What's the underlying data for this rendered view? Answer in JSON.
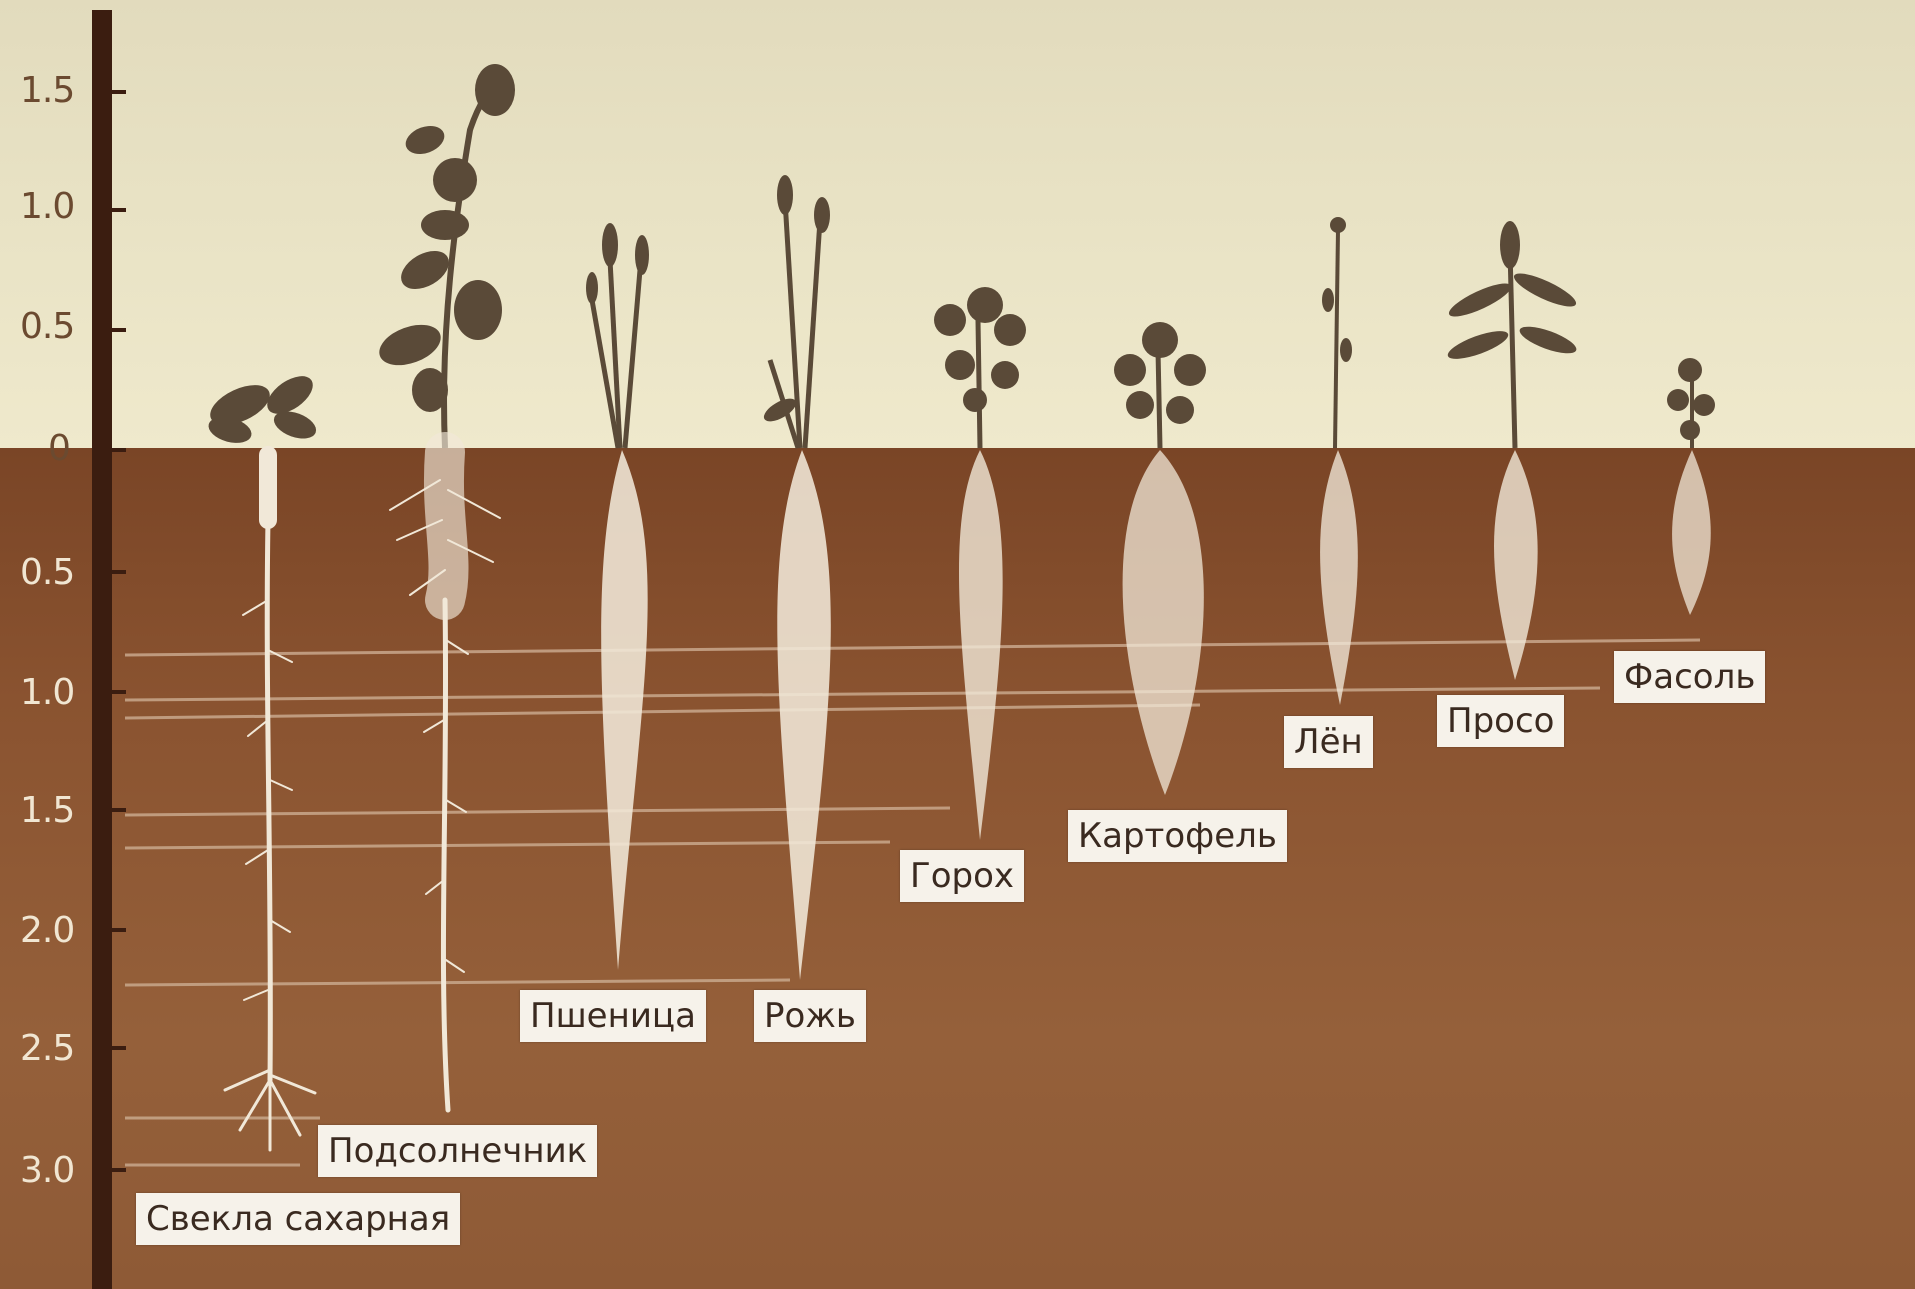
{
  "scale": {
    "above_ground": [
      "1.5",
      "1.0",
      "0.5",
      "0"
    ],
    "below_ground": [
      "0.5",
      "1.0",
      "1.5",
      "2.0",
      "2.5",
      "3.0"
    ]
  },
  "plants": [
    {
      "id": "beet",
      "label": "Свекла  сахарная"
    },
    {
      "id": "sunflower",
      "label": "Подсолнечник"
    },
    {
      "id": "wheat",
      "label": "Пшеница"
    },
    {
      "id": "rye",
      "label": "Рожь"
    },
    {
      "id": "pea",
      "label": "Горох"
    },
    {
      "id": "potato",
      "label": "Картофель"
    },
    {
      "id": "flax",
      "label": "Лён"
    },
    {
      "id": "millet",
      "label": "Просо"
    },
    {
      "id": "bean",
      "label": "Фасоль"
    }
  ],
  "colors": {
    "sky": "#e6dfc1",
    "soil": "#8a5330",
    "scale_bar": "#3b1d10",
    "roots": "#f1e8d8",
    "foliage": "#5a4a38",
    "label_box": "#f6f2ea"
  }
}
